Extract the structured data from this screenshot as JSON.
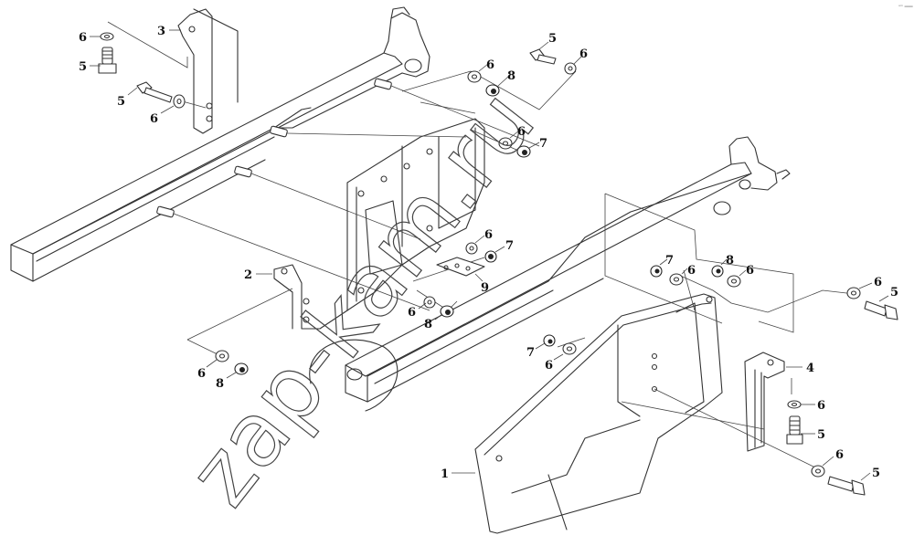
{
  "diagram": {
    "type": "exploded-parts-diagram",
    "corner_mark": "ᵃᵐ ═══",
    "watermark": "zap-kam.ru",
    "parts": [
      {
        "id": "1",
        "label": "1"
      },
      {
        "id": "2",
        "label": "2"
      },
      {
        "id": "3",
        "label": "3"
      },
      {
        "id": "4",
        "label": "4"
      },
      {
        "id": "5",
        "label": "5"
      },
      {
        "id": "6",
        "label": "6"
      },
      {
        "id": "7",
        "label": "7"
      },
      {
        "id": "8",
        "label": "8"
      },
      {
        "id": "9",
        "label": "9"
      }
    ],
    "callouts": [
      {
        "label": "6"
      },
      {
        "label": "5"
      },
      {
        "label": "3"
      },
      {
        "label": "5"
      },
      {
        "label": "6"
      },
      {
        "label": "5"
      },
      {
        "label": "6"
      },
      {
        "label": "6"
      },
      {
        "label": "8"
      },
      {
        "label": "6"
      },
      {
        "label": "7"
      },
      {
        "label": "6"
      },
      {
        "label": "7"
      },
      {
        "label": "9"
      },
      {
        "label": "6"
      },
      {
        "label": "8"
      },
      {
        "label": "2"
      },
      {
        "label": "6"
      },
      {
        "label": "8"
      },
      {
        "label": "7"
      },
      {
        "label": "6"
      },
      {
        "label": "8"
      },
      {
        "label": "6"
      },
      {
        "label": "6"
      },
      {
        "label": "5"
      },
      {
        "label": "7"
      },
      {
        "label": "6"
      },
      {
        "label": "4"
      },
      {
        "label": "6"
      },
      {
        "label": "5"
      },
      {
        "label": "6"
      },
      {
        "label": "5"
      },
      {
        "label": "1"
      }
    ]
  }
}
